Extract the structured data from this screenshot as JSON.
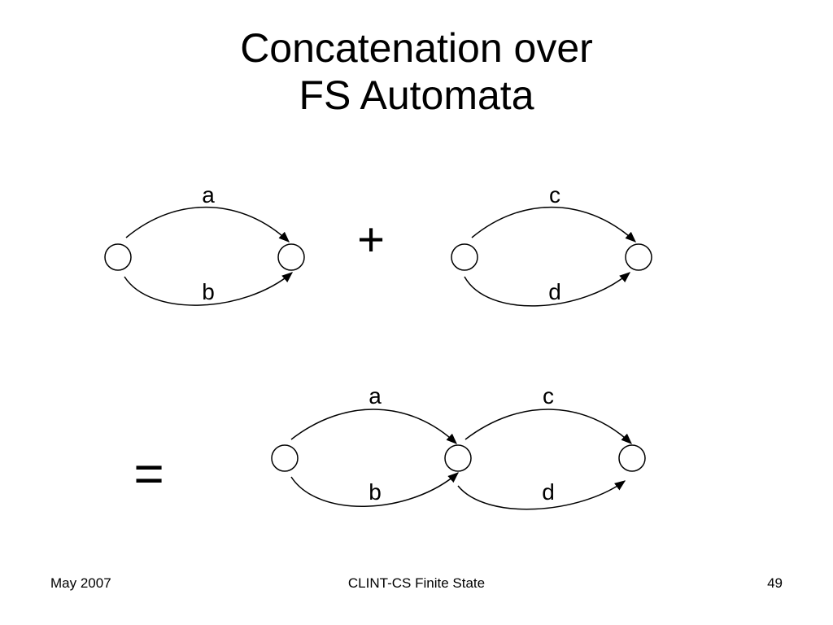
{
  "slide": {
    "title_line1": "Concatenation over",
    "title_line2": "FS Automata",
    "footer_left": "May 2007",
    "footer_center": "CLINT-CS Finite State",
    "footer_right": "49"
  },
  "diagram": {
    "operators": {
      "plus": "+",
      "equals": "="
    },
    "automaton1": {
      "top_label": "a",
      "bottom_label": "b"
    },
    "automaton2": {
      "top_label": "c",
      "bottom_label": "d"
    },
    "result": {
      "label_a": "a",
      "label_b": "b",
      "label_c": "c",
      "label_d": "d"
    }
  }
}
